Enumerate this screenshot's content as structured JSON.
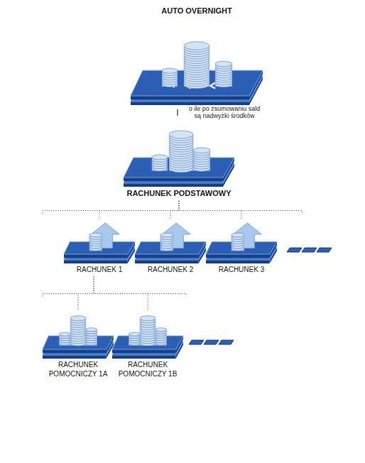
{
  "diagram": {
    "nodes": [
      {
        "text": [
          "AUTO OVERNIGHT"
        ]
      },
      {
        "text": [
          "RACHUNEK PODSTAWOWY"
        ]
      },
      {
        "text": [
          "RACHUNEK 1"
        ]
      },
      {
        "text": [
          "RACHUNEK 2"
        ]
      },
      {
        "text": [
          "RACHUNEK 3"
        ]
      },
      {
        "text": [
          "RACHUNEK POMOCNICZY 1A"
        ]
      },
      {
        "text": [
          "RACHUNEK POMOCNICZY 1B"
        ]
      }
    ],
    "edges": [
      {
        "from": 0,
        "to": 1,
        "label": "o ile po zsumowaniu sald są nadwyżki środków",
        "arrow": "none"
      },
      {
        "from": 1,
        "to": 2,
        "arrow": "none"
      },
      {
        "from": 1,
        "to": 3,
        "arrow": "none"
      },
      {
        "from": 1,
        "to": 4,
        "arrow": "none"
      },
      {
        "from": 2,
        "to": 5,
        "arrow": "none"
      },
      {
        "from": 2,
        "to": 6,
        "arrow": "none"
      }
    ]
  }
}
